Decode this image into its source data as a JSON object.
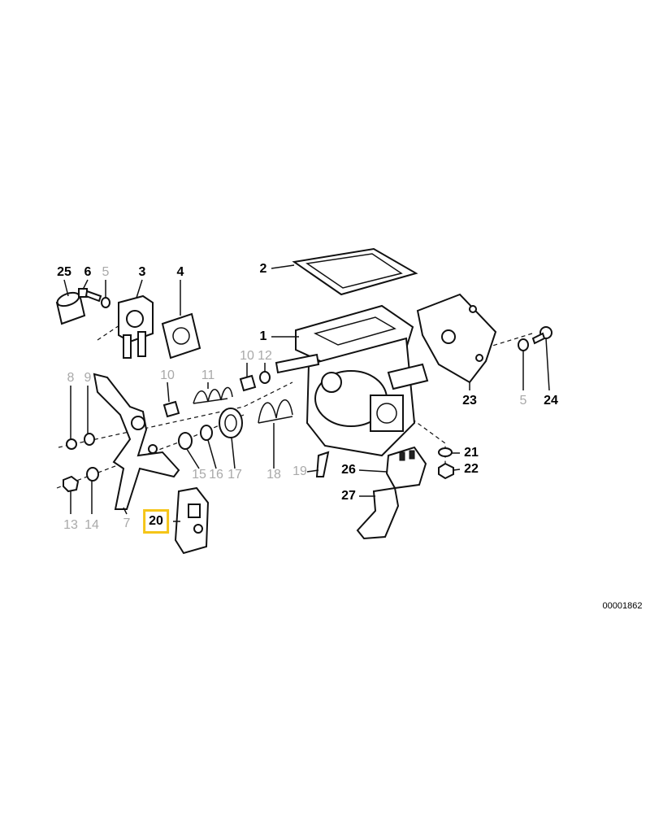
{
  "diagram": {
    "drawing_number": "00001862",
    "highlight_color": "#f5c518",
    "callouts": [
      {
        "id": "c25",
        "text": "25",
        "state": "dark"
      },
      {
        "id": "c6",
        "text": "6",
        "state": "dark"
      },
      {
        "id": "c5a",
        "text": "5",
        "state": "grey"
      },
      {
        "id": "c3",
        "text": "3",
        "state": "dark"
      },
      {
        "id": "c4",
        "text": "4",
        "state": "dark"
      },
      {
        "id": "c2",
        "text": "2",
        "state": "dark"
      },
      {
        "id": "c1",
        "text": "1",
        "state": "dark"
      },
      {
        "id": "c10a",
        "text": "10",
        "state": "grey"
      },
      {
        "id": "c12",
        "text": "12",
        "state": "grey"
      },
      {
        "id": "c8",
        "text": "8",
        "state": "grey"
      },
      {
        "id": "c9",
        "text": "9",
        "state": "grey"
      },
      {
        "id": "c10b",
        "text": "10",
        "state": "grey"
      },
      {
        "id": "c11",
        "text": "11",
        "state": "grey"
      },
      {
        "id": "c23",
        "text": "23",
        "state": "dark"
      },
      {
        "id": "c5b",
        "text": "5",
        "state": "grey"
      },
      {
        "id": "c24",
        "text": "24",
        "state": "dark"
      },
      {
        "id": "c21",
        "text": "21",
        "state": "dark"
      },
      {
        "id": "c26",
        "text": "26",
        "state": "dark"
      },
      {
        "id": "c22",
        "text": "22",
        "state": "dark"
      },
      {
        "id": "c27",
        "text": "27",
        "state": "dark"
      },
      {
        "id": "c15",
        "text": "15",
        "state": "grey"
      },
      {
        "id": "c16",
        "text": "16",
        "state": "grey"
      },
      {
        "id": "c17",
        "text": "17",
        "state": "grey"
      },
      {
        "id": "c18",
        "text": "18",
        "state": "grey"
      },
      {
        "id": "c19",
        "text": "19",
        "state": "grey"
      },
      {
        "id": "c13",
        "text": "13",
        "state": "grey"
      },
      {
        "id": "c14",
        "text": "14",
        "state": "grey"
      },
      {
        "id": "c7",
        "text": "7",
        "state": "grey"
      },
      {
        "id": "c20",
        "text": "20",
        "state": "selected"
      }
    ]
  }
}
